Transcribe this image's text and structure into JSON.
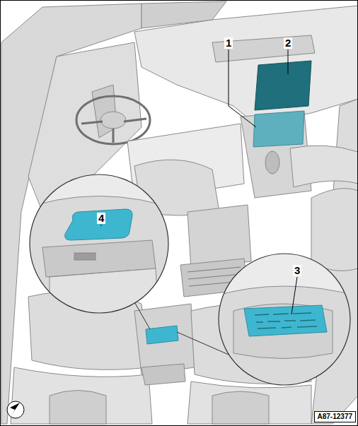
{
  "diagram": {
    "labels": [
      "1",
      "2",
      "4",
      "3",
      "A87-12377"
    ]
  }
}
